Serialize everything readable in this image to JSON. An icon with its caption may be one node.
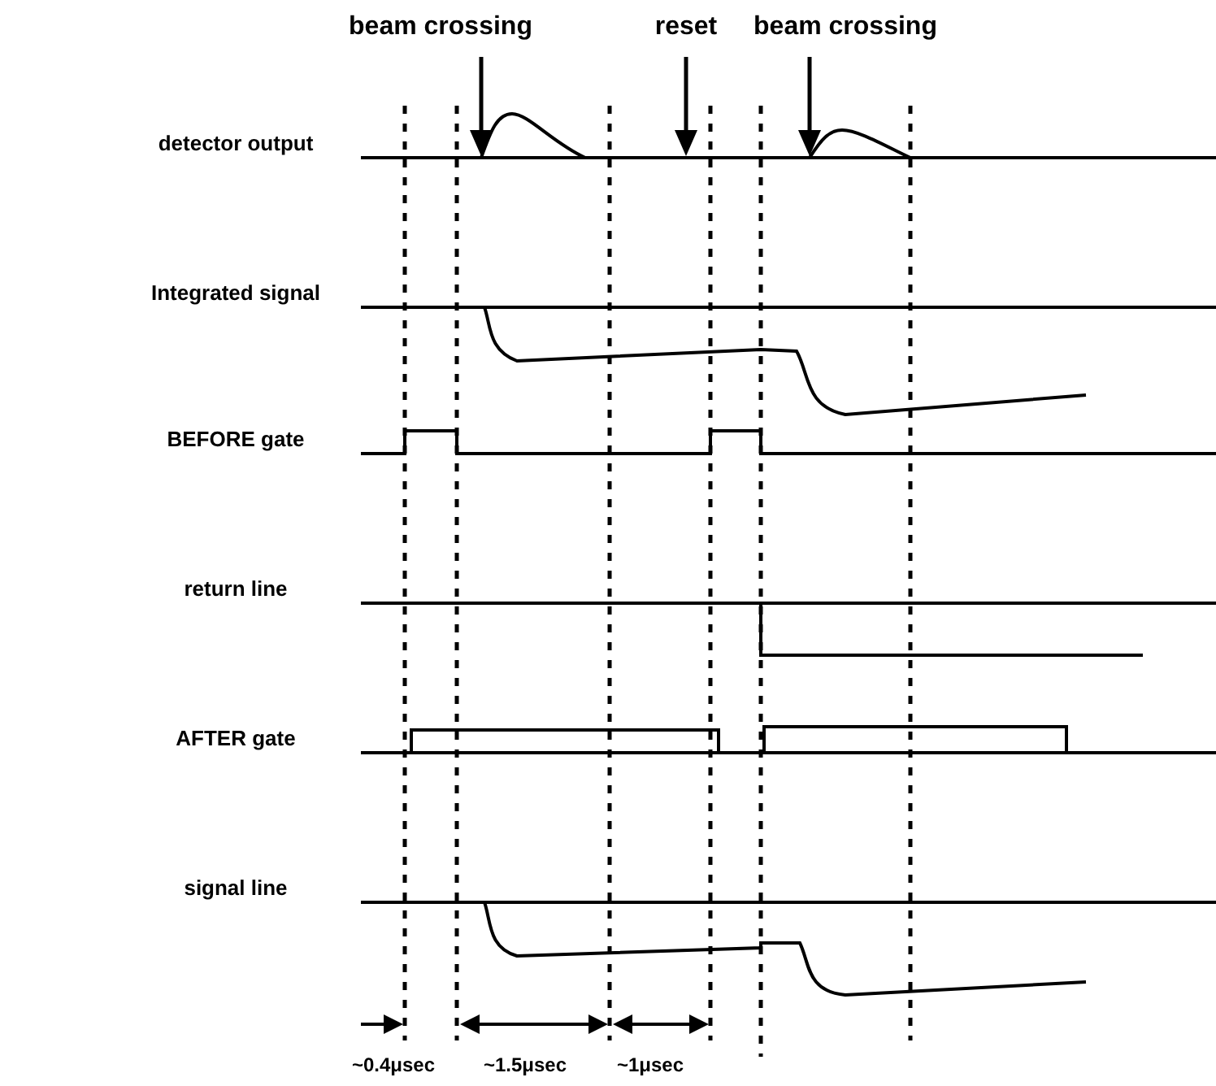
{
  "diagram": {
    "labels": [
      "beam crossing",
      "reset",
      "beam crossing",
      "detector output",
      "Integrated signal",
      "BEFORE gate",
      "return line",
      "AFTER gate",
      "signal line",
      "~0.4μsec",
      "~1.5μsec",
      "~1μsec"
    ]
  }
}
